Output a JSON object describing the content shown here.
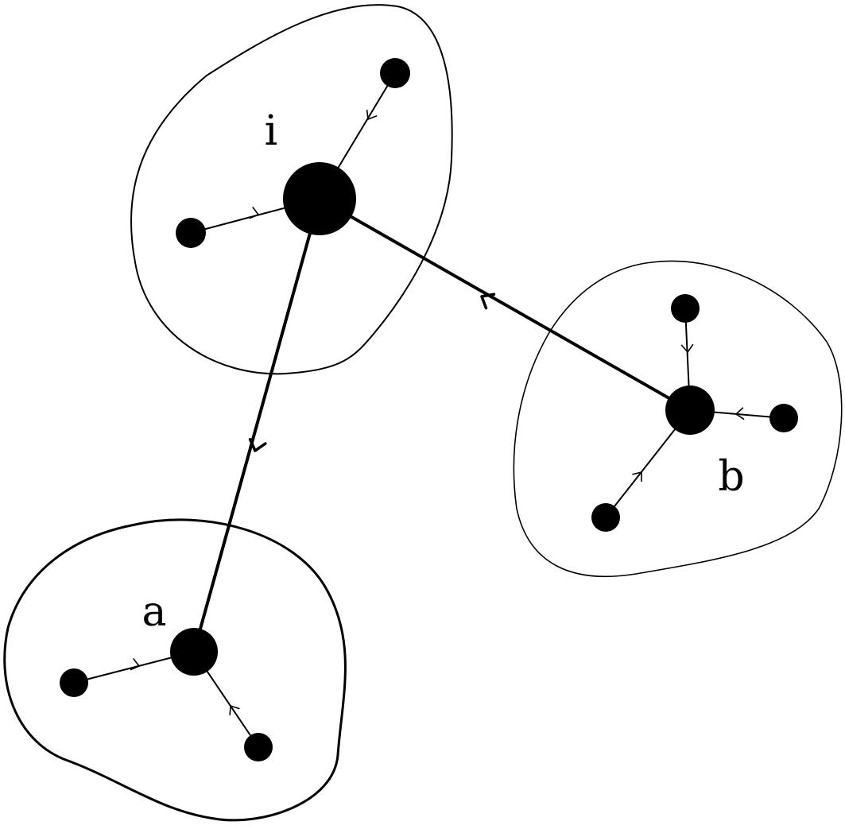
{
  "labels": {
    "cluster_i": "i",
    "cluster_a": "a",
    "cluster_b": "b"
  },
  "colors": {
    "ink": "#000000",
    "background": "#ffffff"
  }
}
